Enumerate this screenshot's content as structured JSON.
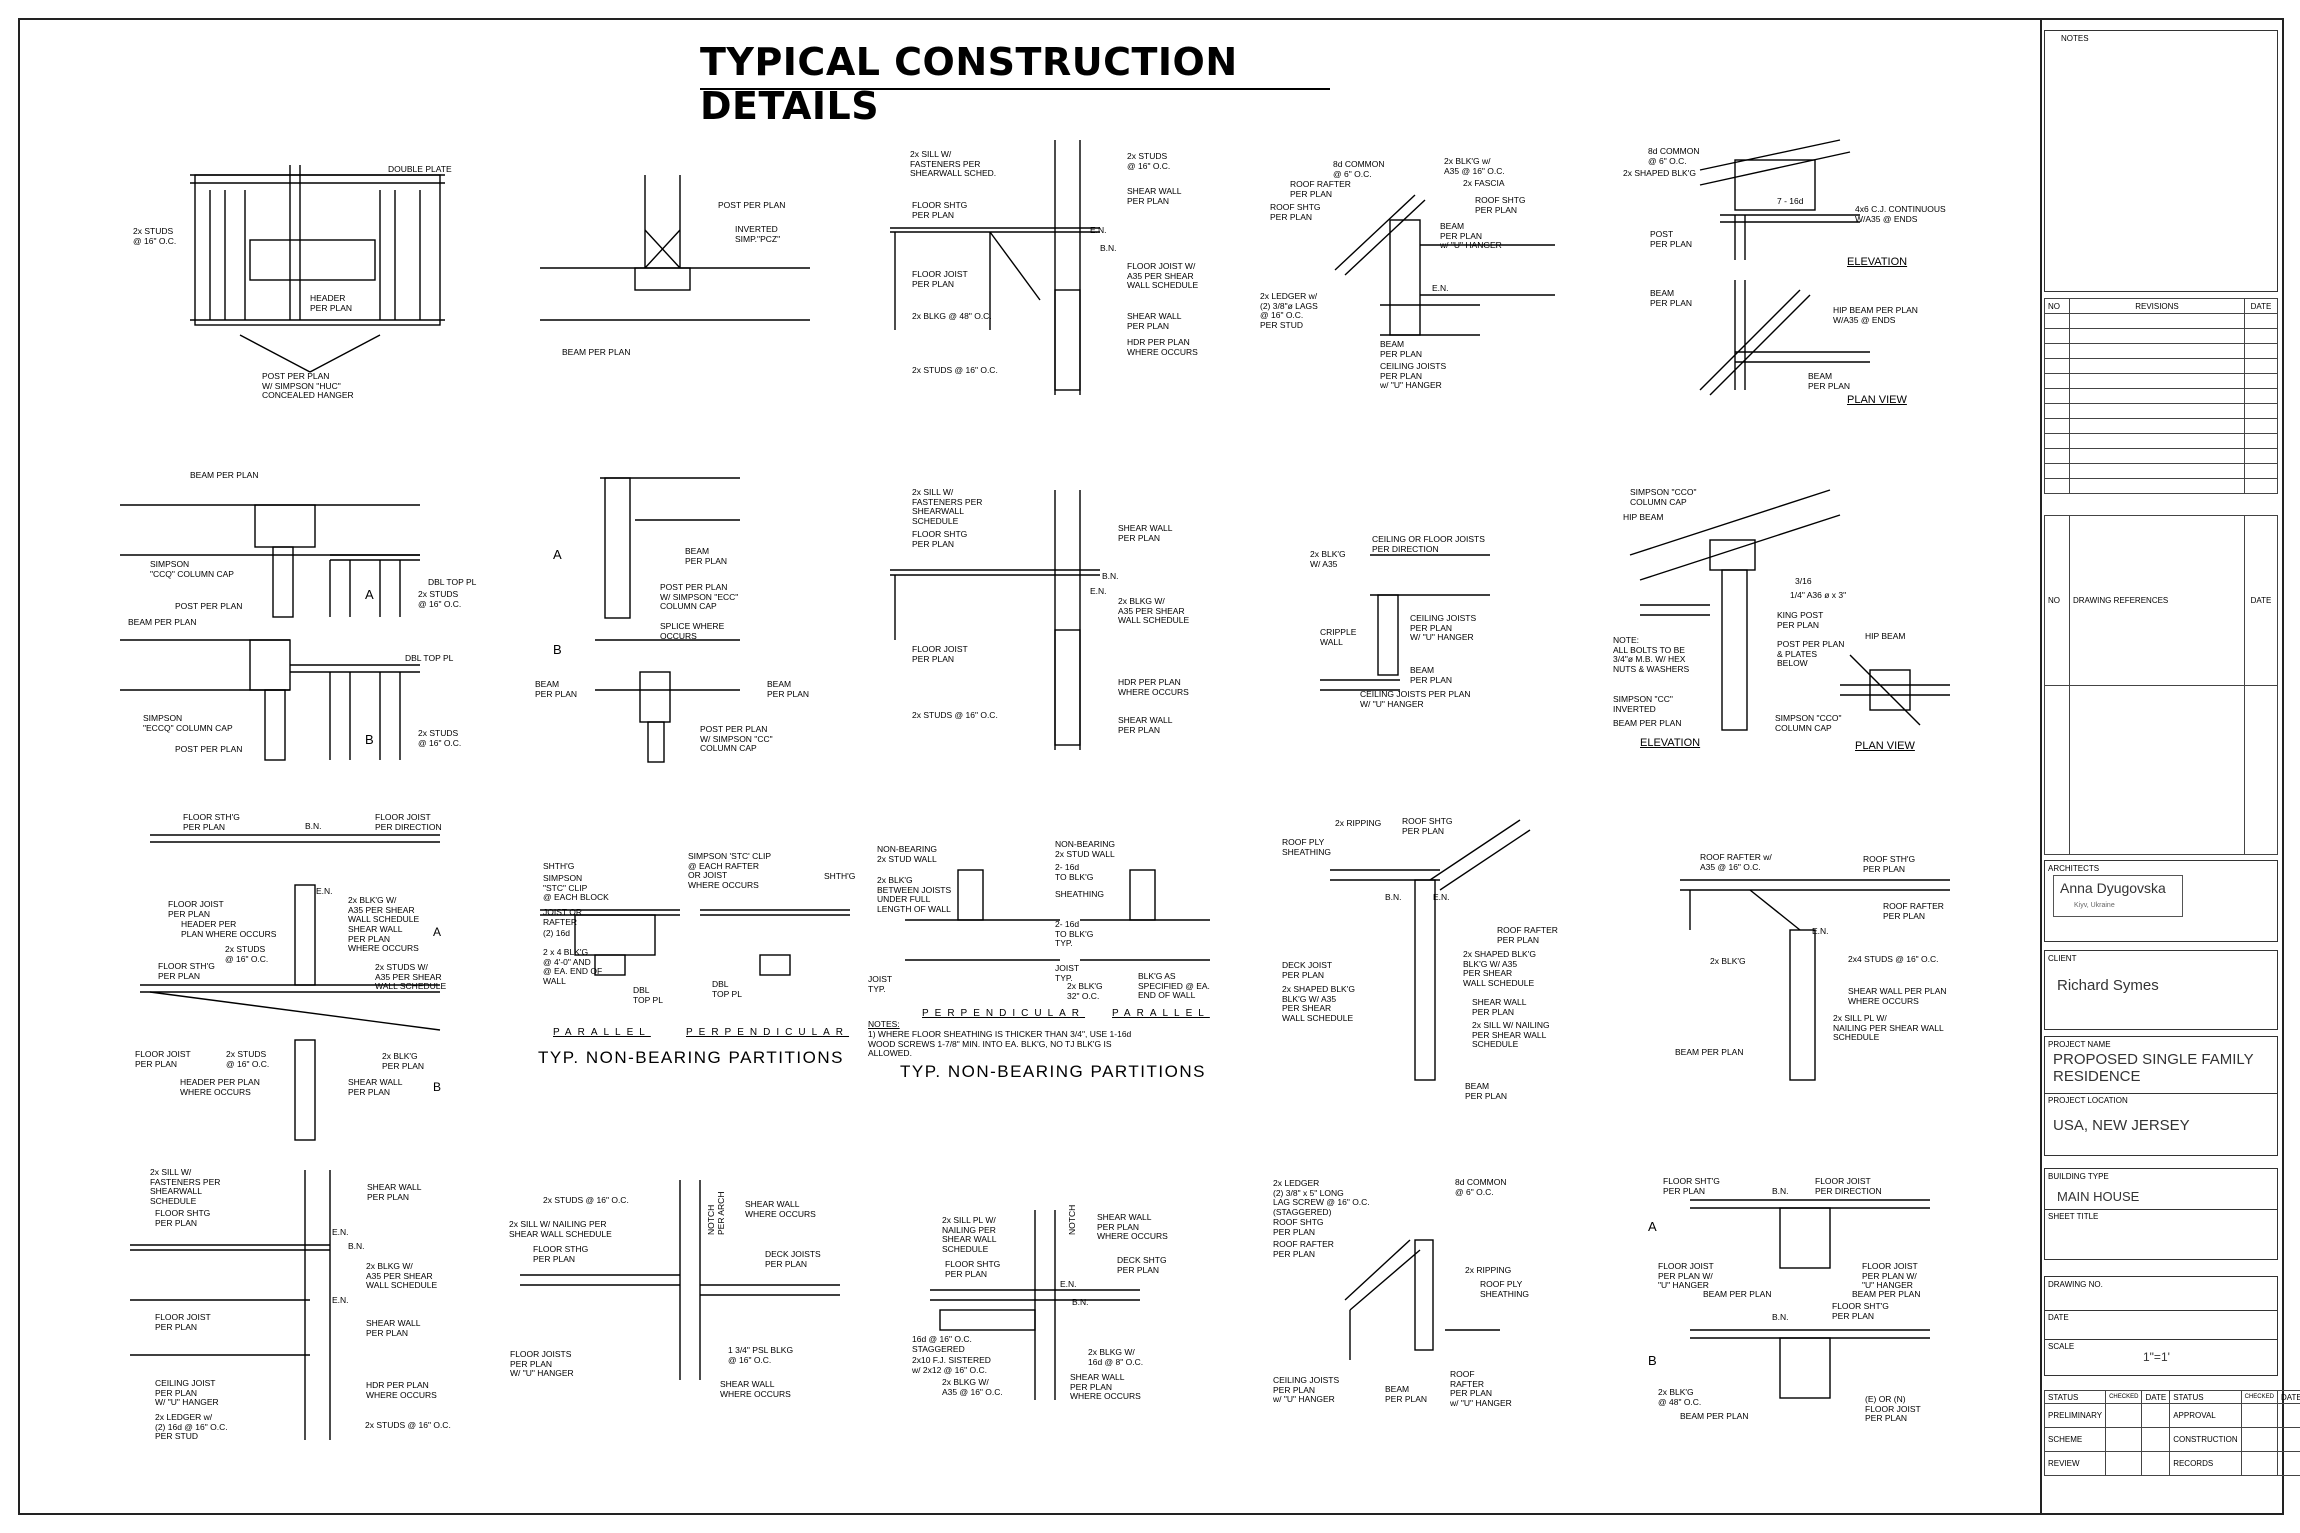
{
  "sheet": {
    "title": "TYPICAL CONSTRUCTION DETAILS"
  },
  "details": {
    "d1": [
      "DOUBLE PLATE",
      "2x STUDS\n@ 16\" O.C.",
      "HEADER\nPER PLAN",
      "POST PER PLAN\nW/ SIMPSON \"HUC\"\nCONCEALED HANGER"
    ],
    "d2": [
      "POST PER PLAN",
      "INVERTED\nSIMP.\"PCZ\"",
      "BEAM PER PLAN"
    ],
    "d3": [
      "2x SILL W/\nFASTENERS PER\nSHEARWALL SCHED.",
      "2x STUDS\n@ 16\" O.C.",
      "SHEAR WALL\nPER PLAN",
      "FLOOR SHTG\nPER PLAN",
      "E.N.",
      "B.N.",
      "FLOOR JOIST\nPER PLAN",
      "FLOOR JOIST W/\nA35 PER SHEAR\nWALL SCHEDULE",
      "2x BLKG @ 48\" O.C.",
      "SHEAR WALL\nPER PLAN",
      "HDR PER PLAN\nWHERE OCCURS",
      "2x STUDS @ 16\" O.C."
    ],
    "d4": [
      "8d COMMON\n@ 6\" O.C.",
      "2x BLK'G w/\nA35 @ 16\" O.C.",
      "2x FASCIA",
      "ROOF RAFTER\nPER PLAN",
      "ROOF SHTG\nPER PLAN",
      "ROOF SHTG\nPER PLAN",
      "BEAM\nPER PLAN\nw/ \"U\" HANGER",
      "E.N.",
      "2x LEDGER w/\n(2) 3/8\"ø LAGS\n@ 16\" O.C.\nPER STUD",
      "BEAM\nPER PLAN",
      "CEILING JOISTS\nPER PLAN\nw/ \"U\" HANGER"
    ],
    "d5": [
      "8d COMMON\n@ 6\" O.C.",
      "2x SHAPED BLK'G",
      "7 - 16d",
      "4x6 C.J. CONTINUOUS\nW/A35 @ ENDS",
      "POST\nPER PLAN",
      "ELEVATION",
      "BEAM\nPER PLAN",
      "HIP BEAM PER PLAN\nW/A35 @ ENDS",
      "BEAM\nPER PLAN",
      "PLAN VIEW"
    ],
    "d6": [
      "BEAM PER PLAN",
      "SIMPSON\n\"CCQ\" COLUMN CAP",
      "POST PER PLAN",
      "DBL TOP PL",
      "A",
      "2x STUDS\n@ 16\" O.C.",
      "BEAM PER PLAN",
      "DBL TOP PL",
      "SIMPSON\n\"ECCQ\" COLUMN CAP",
      "POST PER PLAN",
      "B",
      "2x STUDS\n@ 16\" O.C."
    ],
    "d7": [
      "A",
      "BEAM\nPER PLAN",
      "POST PER PLAN\nW/ SIMPSON \"ECC\"\nCOLUMN CAP",
      "B",
      "SPLICE WHERE\nOCCURS",
      "BEAM\nPER PLAN",
      "BEAM\nPER PLAN",
      "POST PER PLAN\nW/ SIMPSON \"CC\"\nCOLUMN CAP"
    ],
    "d8": [
      "2x SILL W/\nFASTENERS PER\nSHEARWALL\nSCHEDULE",
      "FLOOR SHTG\nPER PLAN",
      "SHEAR WALL\nPER PLAN",
      "B.N.",
      "E.N.",
      "2x BLKG W/\nA35 PER SHEAR\nWALL SCHEDULE",
      "FLOOR JOIST\nPER PLAN",
      "HDR PER PLAN\nWHERE OCCURS",
      "2x STUDS @ 16\" O.C.",
      "SHEAR WALL\nPER PLAN"
    ],
    "d9": [
      "CEILING OR FLOOR JOISTS\nPER DIRECTION",
      "2x BLK'G\nW/ A35",
      "CEILING JOISTS\nPER PLAN\nW/ \"U\" HANGER",
      "CRIPPLE\nWALL",
      "BEAM\nPER PLAN",
      "CEILING JOISTS PER PLAN\nW/ \"U\" HANGER"
    ],
    "d10": [
      "SIMPSON \"CCO\"\nCOLUMN CAP",
      "HIP BEAM",
      "3/16",
      "1/4\" A36 ø x 3\"",
      "KING POST\nPER PLAN",
      "NOTE:\nALL BOLTS TO BE\n3/4\"ø M.B. W/ HEX\nNUTS & WASHERS",
      "POST PER PLAN\n& PLATES\nBELOW",
      "HIP BEAM",
      "SIMPSON \"CC\"\nINVERTED",
      "BEAM PER PLAN",
      "SIMPSON \"CCO\"\nCOLUMN CAP",
      "ELEVATION",
      "PLAN VIEW"
    ],
    "d11": [
      "FLOOR STH'G\nPER PLAN",
      "B.N.",
      "FLOOR JOIST\nPER DIRECTION",
      "E.N.",
      "2x BLK'G W/\nA35 PER SHEAR\nWALL SCHEDULE",
      "FLOOR JOIST\nPER PLAN",
      "HEADER PER\nPLAN WHERE OCCURS",
      "2x STUDS\n@ 16\" O.C.",
      "SHEAR WALL\nPER PLAN\nWHERE OCCURS",
      "A",
      "FLOOR STH'G\nPER PLAN",
      "2x STUDS W/\nA35 PER SHEAR\nWALL SCHEDULE",
      "FLOOR JOIST\nPER PLAN",
      "2x STUDS\n@ 16\" O.C.",
      "2x BLK'G\nPER PLAN",
      "HEADER PER PLAN\nWHERE OCCURS",
      "SHEAR WALL\nPER PLAN",
      "B"
    ],
    "d12": [
      "SIMPSON 'STC' CLIP\n@ EACH RAFTER\nOR JOIST\nWHERE OCCURS",
      "SHTH'G",
      "SHTH'G",
      "SIMPSON\n\"STC\" CLIP\n@ EACH BLOCK",
      "JOIST OR\nRAFTER",
      "(2) 16d",
      "2 x 4 BLK'G\n@ 4'-0\" AND\n@ EA. END OF\nWALL",
      "DBL\nTOP PL",
      "DBL\nTOP PL",
      "PARALLEL",
      "PERPENDICULAR",
      "TYP. NON-BEARING PARTITIONS"
    ],
    "d13": [
      "NON-BEARING\n2x STUD WALL",
      "NON-BEARING\n2x STUD WALL",
      "2x BLK'G\nBETWEEN JOISTS\nUNDER FULL\nLENGTH OF WALL",
      "2- 16d\nTO BLK'G",
      "SHEATHING",
      "2- 16d\nTO BLK'G\nTYP.",
      "JOIST\nTYP.",
      "JOIST\nTYP.",
      "2x BLK'G\n32\" O.C.",
      "BLK'G AS\nSPECIFIED @ EA.\nEND OF WALL",
      "PERPENDICULAR",
      "PARALLEL",
      "NOTES:",
      "1) WHERE FLOOR SHEATHING IS THICKER THAN 3/4\", USE 1-16d\nWOOD SCREWS 1-7/8\" MIN. INTO EA. BLK'G, NO TJ BLK'G IS\nALLOWED.",
      "TYP. NON-BEARING PARTITIONS"
    ],
    "d14": [
      "2x RIPPING",
      "ROOF SHTG\nPER PLAN",
      "ROOF PLY\nSHEATHING",
      "B.N.",
      "E.N.",
      "ROOF RAFTER\nPER PLAN",
      "DECK JOIST\nPER PLAN",
      "2x SHAPED BLK'G\nBLK'G W/ A35\nPER SHEAR\nWALL SCHEDULE",
      "2x SHAPED BLK'G\nBLK'G W/ A35\nPER SHEAR\nWALL SCHEDULE",
      "SHEAR WALL\nPER PLAN",
      "2x SILL W/ NAILING\nPER SHEAR WALL\nSCHEDULE",
      "BEAM\nPER PLAN"
    ],
    "d15": [
      "ROOF RAFTER w/\nA35 @ 16\" O.C.",
      "ROOF STH'G\nPER PLAN",
      "ROOF RAFTER\nPER PLAN",
      "E.N.",
      "2x BLK'G",
      "2x4 STUDS @ 16\" O.C.",
      "SHEAR WALL PER PLAN\nWHERE OCCURS",
      "2x SILL PL W/\nNAILING PER SHEAR WALL\nSCHEDULE",
      "BEAM PER PLAN"
    ],
    "d16": [
      "2x SILL W/\nFASTENERS PER\nSHEARWALL\nSCHEDULE",
      "SHEAR WALL\nPER PLAN",
      "FLOOR SHTG\nPER PLAN",
      "E.N.",
      "B.N.",
      "2x BLKG W/\nA35 PER SHEAR\nWALL SCHEDULE",
      "E.N.",
      "FLOOR JOIST\nPER PLAN",
      "SHEAR WALL\nPER PLAN",
      "CEILING JOIST\nPER PLAN\nW/ \"U\" HANGER",
      "HDR PER PLAN\nWHERE OCCURS",
      "2x LEDGER w/\n(2) 16d @ 16\" O.C.\nPER STUD",
      "2x STUDS @ 16\" O.C."
    ],
    "d17": [
      "2x STUDS @ 16\" O.C.",
      "SHEAR WALL\nWHERE OCCURS",
      "2x SILL W/ NAILING PER\nSHEAR WALL SCHEDULE",
      "NOTCH\nPER ARCH",
      "DECK JOISTS\nPER PLAN",
      "FLOOR STHG\nPER PLAN",
      "FLOOR JOISTS\nPER PLAN\nW/ \"U\" HANGER",
      "1 3/4\" PSL BLKG\n@ 16\" O.C.",
      "SHEAR WALL\nWHERE OCCURS"
    ],
    "d18": [
      "2x SILL PL W/\nNAILING PER\nSHEAR WALL\nSCHEDULE",
      "NOTCH",
      "SHEAR WALL\nPER PLAN\nWHERE OCCURS",
      "FLOOR SHTG\nPER PLAN",
      "DECK SHTG\nPER PLAN",
      "E.N.",
      "B.N.",
      "16d @ 16\" O.C.\nSTAGGERED",
      "2x10 F.J. SISTERED\nw/ 2x12 @ 16\" O.C.",
      "2x BLKG W/\nA35 @ 16\" O.C.",
      "2x BLKG W/\n16d @ 8\" O.C.",
      "SHEAR WALL\nPER PLAN\nWHERE OCCURS"
    ],
    "d19": [
      "2x LEDGER\n(2) 3/8\" x 5\" LONG\nLAG SCREW @ 16\" O.C.\n(STAGGERED)",
      "8d COMMON\n@ 6\" O.C.",
      "ROOF SHTG\nPER PLAN",
      "ROOF RAFTER\nPER PLAN",
      "2x RIPPING",
      "ROOF PLY\nSHEATHING",
      "CEILING JOISTS\nPER PLAN\nw/ \"U\" HANGER",
      "BEAM\nPER PLAN",
      "ROOF\nRAFTER\nPER PLAN\nw/ \"U\" HANGER"
    ],
    "d20": [
      "FLOOR SHT'G\nPER PLAN",
      "B.N.",
      "FLOOR JOIST\nPER DIRECTION",
      "A",
      "FLOOR JOIST\nPER PLAN W/\n\"U\" HANGER",
      "BEAM PER PLAN",
      "FLOOR JOIST\nPER PLAN W/\n\"U\" HANGER",
      "BEAM PER PLAN",
      "B.N.",
      "FLOOR SHT'G\nPER PLAN",
      "B",
      "2x BLK'G\n@ 48\" O.C.",
      "BEAM PER PLAN",
      "(E) OR (N)\nFLOOR JOIST\nPER PLAN"
    ]
  },
  "title_block": {
    "notes_label": "NOTES",
    "revisions": {
      "no": "NO",
      "label": "REVISIONS",
      "date": "DATE",
      "rows": 12
    },
    "drawing_refs": {
      "no": "NO",
      "label": "DRAWING REFERENCES",
      "date": "DATE"
    },
    "architects_label": "ARCHITECTS",
    "architect_name": "Anna Dyugovska",
    "architect_city": "Kiyv, Ukraine",
    "client_label": "CLIENT",
    "client_name": "Richard Symes",
    "project_name_label": "PROJECT NAME",
    "project_name": "PROPOSED SINGLE FAMILY RESIDENCE",
    "project_location_label": "PROJECT LOCATION",
    "project_location": "USA, NEW JERSEY",
    "building_type_label": "BUILDING TYPE",
    "building_type": "MAIN HOUSE",
    "sheet_title_label": "SHEET TITLE",
    "drawing_no_label": "DRAWING NO.",
    "date_label": "DATE",
    "scale_label": "SCALE",
    "scale": "1\"=1'",
    "status_headers": [
      "STATUS",
      "CHECKED",
      "DATE",
      "STATUS",
      "CHECKED",
      "DATE"
    ],
    "status_rows": [
      [
        "PRELIMINARY",
        "APPROVAL"
      ],
      [
        "SCHEME",
        "CONSTRUCTION"
      ],
      [
        "REVIEW",
        "RECORDS"
      ]
    ]
  }
}
